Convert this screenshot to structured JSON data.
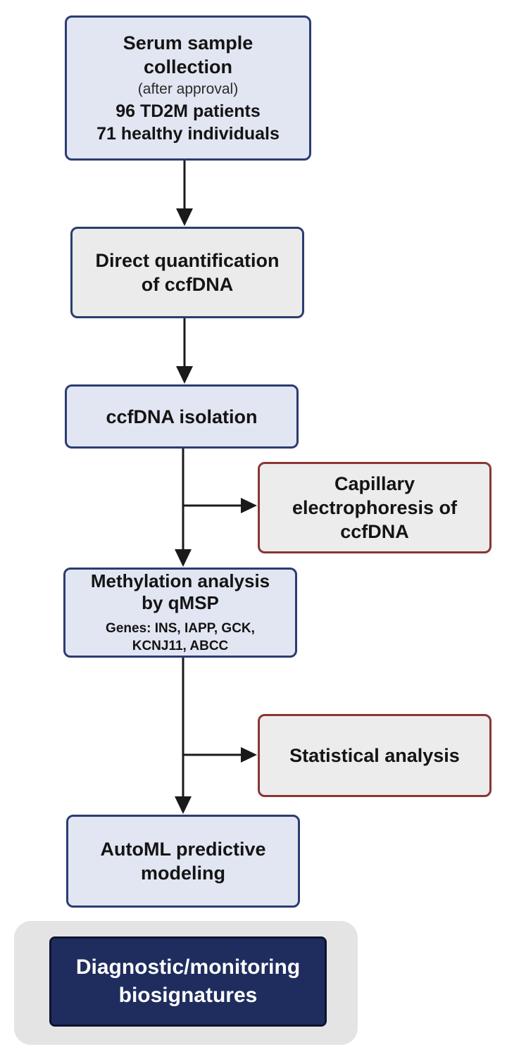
{
  "nodes": {
    "serum": {
      "title": "Serum sample collection",
      "note": "(after approval)",
      "line1": "96 TD2M patients",
      "line2": "71 healthy individuals"
    },
    "quant": {
      "line1": "Direct quantification",
      "line2": "of ccfDNA"
    },
    "isolation": {
      "label": "ccfDNA isolation"
    },
    "capillary": {
      "line1": "Capillary",
      "line2": "electrophoresis of",
      "line3": "ccfDNA"
    },
    "methylation": {
      "line1": "Methylation analysis",
      "line2": "by qMSP",
      "genes1": "Genes: INS, IAPP, GCK,",
      "genes2": "KCNJ11, ABCC"
    },
    "statistical": {
      "label": "Statistical analysis"
    },
    "automl": {
      "line1": "AutoML predictive",
      "line2": "modeling"
    },
    "output": {
      "line1": "Diagnostic/monitoring",
      "line2": "biosignatures"
    }
  },
  "colors": {
    "blue_fill": "#e2e6f2",
    "grey_fill": "#ebebeb",
    "navy_border": "#2b3d70",
    "red_border": "#8a3535",
    "output_fill": "#1f2d5e",
    "panel_fill": "#e4e4e4",
    "arrow": "#1a1a1a"
  },
  "edges": [
    {
      "from": "serum",
      "to": "quant"
    },
    {
      "from": "quant",
      "to": "isolation"
    },
    {
      "from": "isolation",
      "to": "methylation"
    },
    {
      "from": "isolation",
      "to": "capillary"
    },
    {
      "from": "methylation",
      "to": "automl"
    },
    {
      "from": "methylation",
      "to": "statistical"
    }
  ]
}
